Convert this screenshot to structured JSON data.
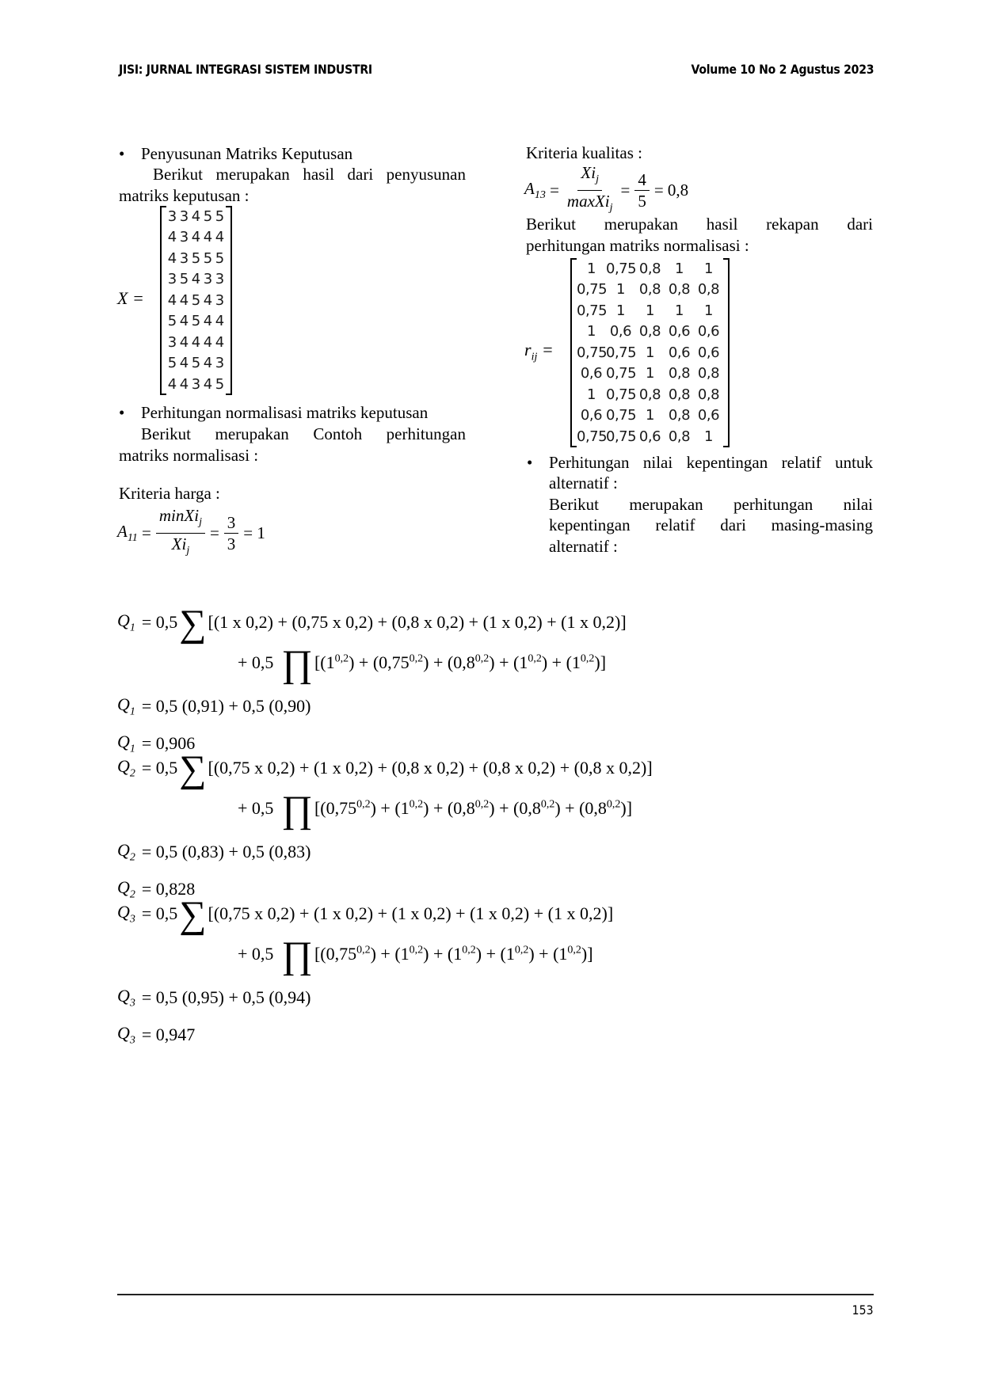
{
  "header": {
    "journal": "JISI: JURNAL INTEGRASI SISTEM INDUSTRI",
    "volume": "Volume 10 No 2 Agustus 2023"
  },
  "left": {
    "bullet1": "Penyusunan Matriks Keputusan",
    "para1_line1": "Berikut merupakan hasil dari penyusunan",
    "para1_line2": "matriks keputusan :",
    "matrix_label": "X =",
    "matrix_x": [
      [
        "3",
        "3",
        "4",
        "5",
        "5"
      ],
      [
        "4",
        "3",
        "4",
        "4",
        "4"
      ],
      [
        "4",
        "3",
        "5",
        "5",
        "5"
      ],
      [
        "3",
        "5",
        "4",
        "3",
        "3"
      ],
      [
        "4",
        "4",
        "5",
        "4",
        "3"
      ],
      [
        "5",
        "4",
        "5",
        "4",
        "4"
      ],
      [
        "3",
        "4",
        "4",
        "4",
        "4"
      ],
      [
        "5",
        "4",
        "5",
        "4",
        "3"
      ],
      [
        "4",
        "4",
        "3",
        "4",
        "5"
      ]
    ],
    "bullet2": "Perhitungan normalisasi matriks keputusan",
    "para2_line1": "Berikut merupakan Contoh perhitungan",
    "para2_line2": "matriks normalisasi  :",
    "kriteria_harga": "Kriteria harga :",
    "a11": {
      "lhs": "A",
      "sub": "11",
      "num": "minXi",
      "num_sub": "j",
      "den": "Xi",
      "den_sub": "j",
      "fnum": "3",
      "fden": "3",
      "result": "= 1"
    }
  },
  "right": {
    "kriteria_kualitas": "Kriteria kualitas :",
    "a13": {
      "lhs": "A",
      "sub": "13",
      "num": "Xi",
      "num_sub": "j",
      "den": "maxXi",
      "den_sub": "j",
      "fnum": "4",
      "fden": "5",
      "result": "= 0,8"
    },
    "para3_line1": "Berikut merupakan hasil rekapan dari",
    "para3_line2": "perhitungan matriks normalisasi :",
    "matrix_label": "r",
    "matrix_label_sub": "ij",
    "matrix_r": [
      [
        "1",
        "0,75",
        "0,8",
        "1",
        "1"
      ],
      [
        "0,75",
        "1",
        "0,8",
        "0,8",
        "0,8"
      ],
      [
        "0,75",
        "1",
        "1",
        "1",
        "1"
      ],
      [
        "1",
        "0,6",
        "0,8",
        "0,6",
        "0,6"
      ],
      [
        "0,75",
        "0,75",
        "1",
        "0,6",
        "0,6"
      ],
      [
        "0,6",
        "0,75",
        "1",
        "0,8",
        "0,8"
      ],
      [
        "1",
        "0,75",
        "0,8",
        "0,8",
        "0,8"
      ],
      [
        "0,6",
        "0,75",
        "1",
        "0,8",
        "0,6"
      ],
      [
        "0,75",
        "0,75",
        "0,6",
        "0,8",
        "1"
      ]
    ],
    "bullet3_line1": "Perhitungan nilai kepentingan relatif untuk",
    "bullet3_line2": "alternatif :",
    "para4_line1": "Berikut merupakan perhitungan nilai",
    "para4_line2": "kepentingan relatif dari masing-masing",
    "para4_line3": "alternatif :"
  },
  "equations": [
    {
      "q": "1",
      "sum_terms": [
        "(1 x 0,2)",
        "(0,75 x 0,2)",
        "(0,8 x 0,2)",
        "(1 x 0,2)",
        "(1 x 0,2)"
      ],
      "prod_terms": [
        "1",
        "0,75",
        "0,8",
        "1",
        "1"
      ],
      "exp": "0,2",
      "step": "= 0,5 (0,91) + 0,5 (0,90)",
      "result": "= 0,906"
    },
    {
      "q": "2",
      "sum_terms": [
        "(0,75 x 0,2)",
        "(1 x 0,2)",
        "(0,8 x 0,2)",
        "(0,8 x 0,2)",
        "(0,8 x 0,2)"
      ],
      "prod_terms": [
        "0,75",
        "1",
        "0,8",
        "0,8",
        "0,8"
      ],
      "exp": "0,2",
      "step": "= 0,5 (0,83) + 0,5 (0,83)",
      "result": "= 0,828"
    },
    {
      "q": "3",
      "sum_terms": [
        "(0,75 x 0,2)",
        "(1 x 0,2)",
        "(1 x 0,2)",
        "(1 x 0,2)",
        "(1 x 0,2)"
      ],
      "prod_terms": [
        "0,75",
        "1",
        "1",
        "1",
        "1"
      ],
      "exp": "0,2",
      "step": "= 0,5 (0,95) + 0,5 (0,94)",
      "result": "= 0,947"
    }
  ],
  "eq_common": {
    "q_symbol": "Q",
    "coef": "= 0,5",
    "plus_coef": "+ 0,5",
    "sum_symbol": "∑",
    "prod_symbol": "∏"
  },
  "footer": {
    "page_number": "153"
  }
}
